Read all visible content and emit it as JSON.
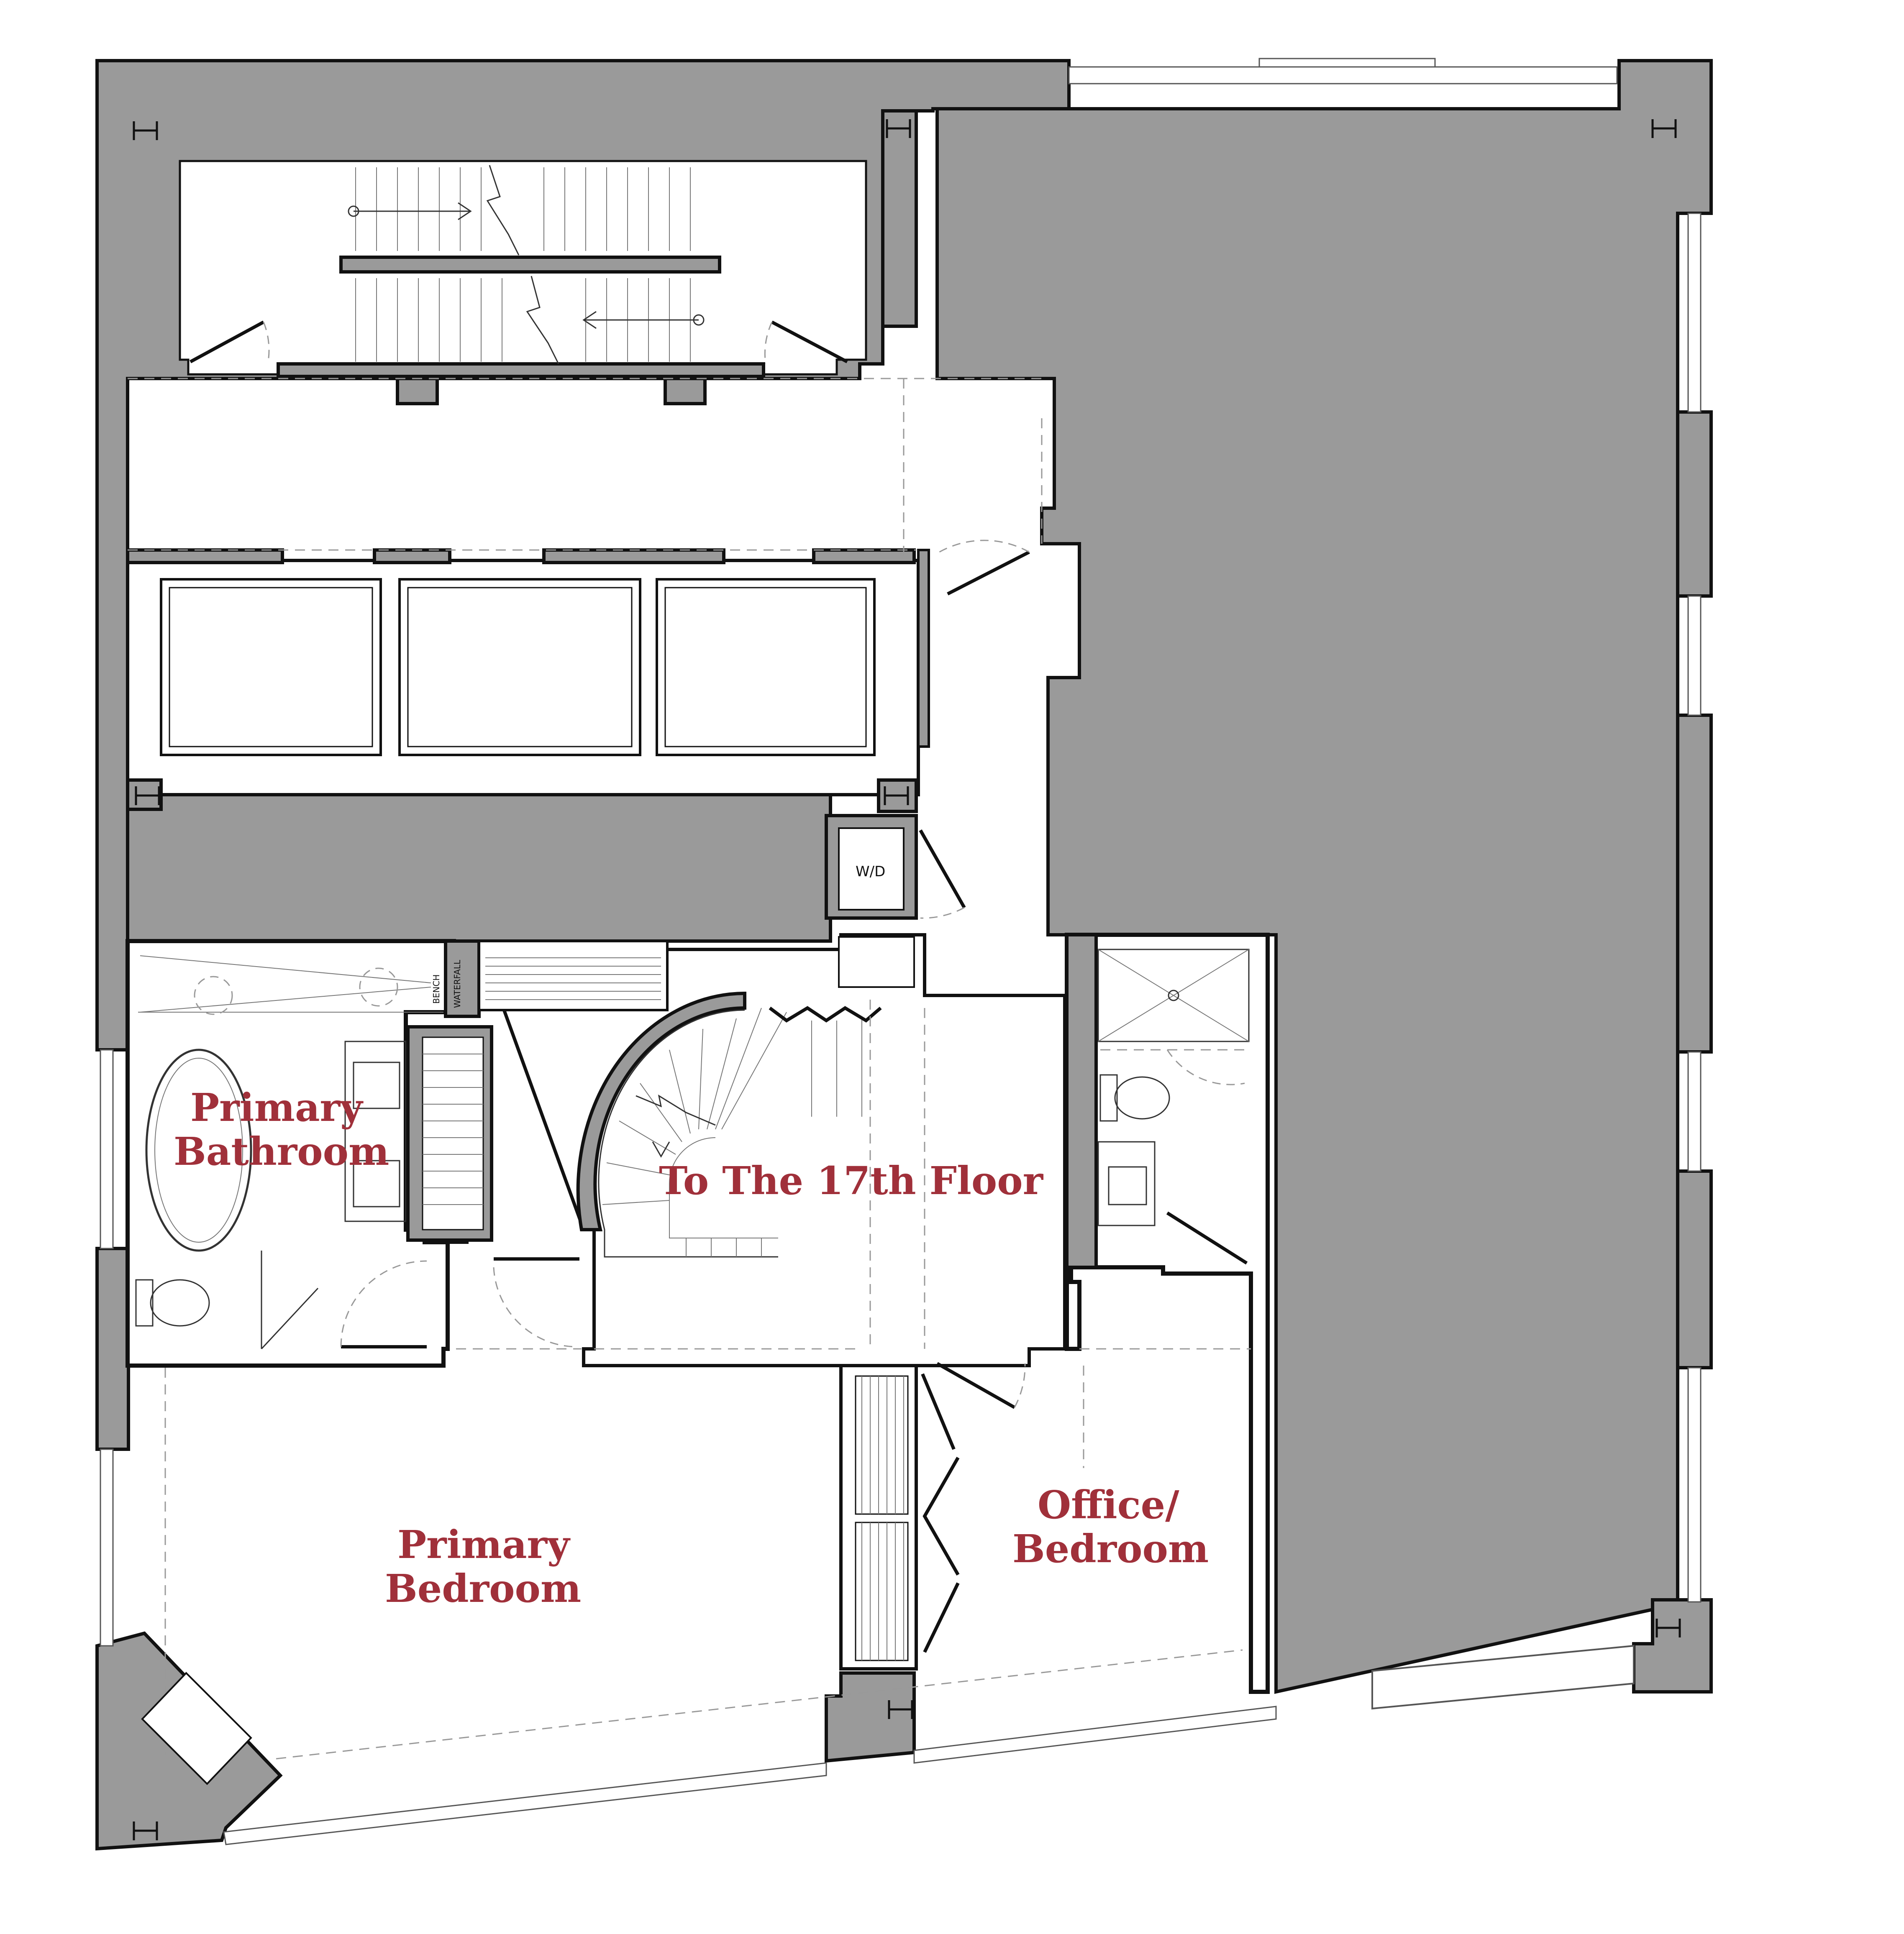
{
  "rooms": {
    "primary_bathroom": [
      "Primary",
      "Bathroom"
    ],
    "stair_to_floor": "To The 17th Floor",
    "primary_bedroom": [
      "Primary",
      "Bedroom"
    ],
    "office_bedroom": [
      "Office/",
      "Bedroom"
    ]
  },
  "fixtures": {
    "washer_dryer": "W/D",
    "bench": "BENCH",
    "waterfall": "WATERFALL"
  },
  "colors": {
    "wall_fill": "#9a9a9a",
    "label_color": "#a0303a"
  },
  "icons": [
    "column-marker-icon",
    "door-swing-icon",
    "toilet-icon",
    "sink-icon",
    "bathtub-icon",
    "shower-icon",
    "stair-arrow-icon"
  ]
}
